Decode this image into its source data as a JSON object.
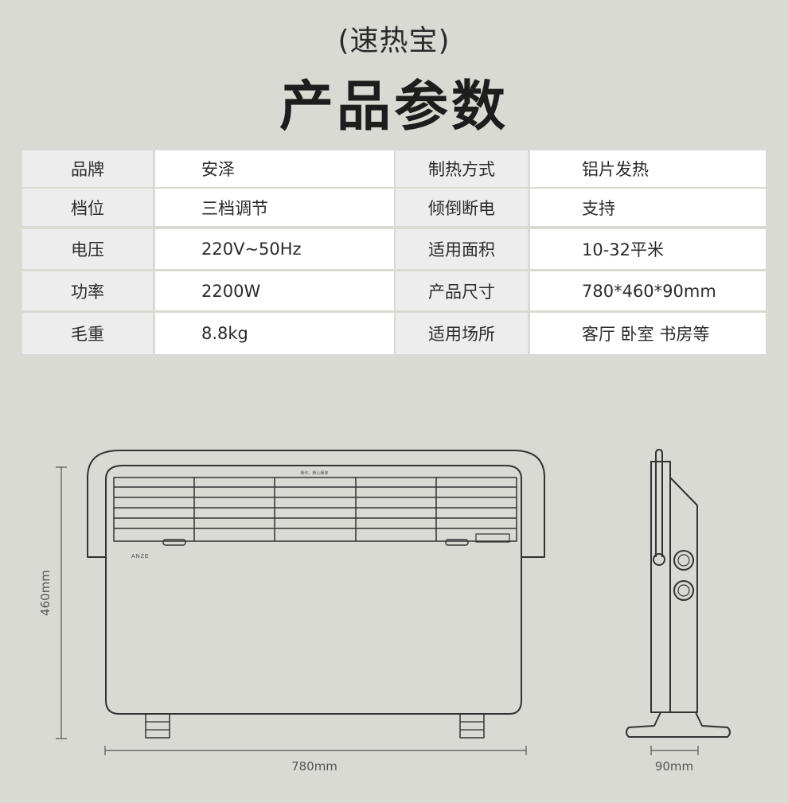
{
  "header": {
    "subtitle": "(速热宝)",
    "title": "产品参数"
  },
  "specs": [
    {
      "label1": "品牌",
      "value1": "安泽",
      "label2": "制热方式",
      "value2": "铝片发热"
    },
    {
      "label1": "档位",
      "value1": "三档调节",
      "label2": "倾倒断电",
      "value2": "支持"
    },
    {
      "label1": "电压",
      "value1": "220V~50Hz",
      "label2": "适用面积",
      "value2": "10-32平米"
    },
    {
      "label1": "功率",
      "value1": "2200W",
      "label2": "产品尺寸",
      "value2": "780*460*90mm"
    },
    {
      "label1": "毛重",
      "value1": "8.8kg",
      "label2": "适用场所",
      "value2": "客厅  卧室  书房等"
    }
  ],
  "diagram": {
    "height_label": "460mm",
    "width_label": "780mm",
    "depth_label": "90mm",
    "brand_mark": "ANZE",
    "panel_text": "暖你，暖心暖家"
  }
}
